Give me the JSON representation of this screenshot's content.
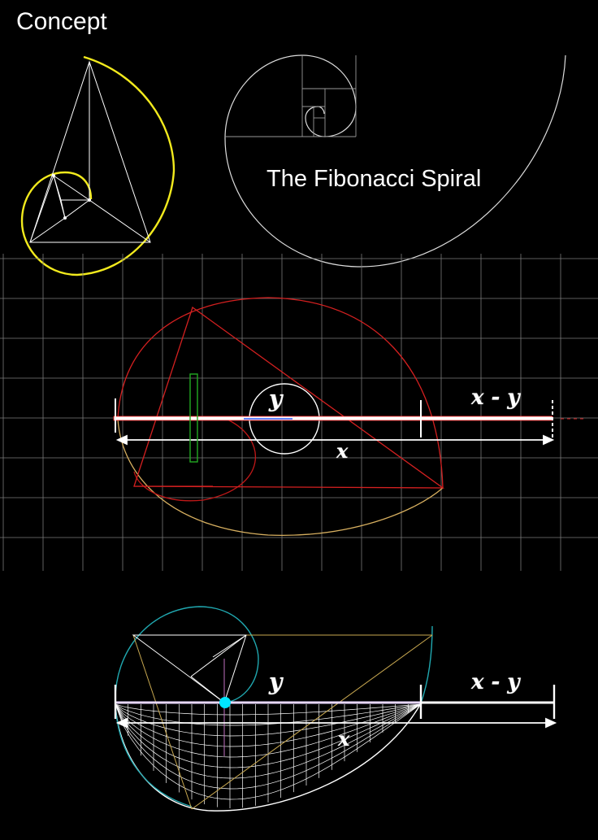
{
  "header": {
    "title": "Concept"
  },
  "spiral_panel": {
    "title": "The Fibonacci Spiral"
  },
  "grid_diagram": {
    "label_y": "y",
    "label_x_minus_y": "x - y",
    "label_x": "x"
  },
  "bowl_diagram": {
    "label_y": "y",
    "label_x_minus_y": "x - y",
    "label_x": "x"
  },
  "colors": {
    "background": "#000000",
    "yellow_spiral": "#f2ea1d",
    "white_lines": "#ffffff",
    "grid": "#8a8a8a",
    "red_lines": "#d42020",
    "orange_curve": "#d8b060",
    "green_rect": "#22aa22",
    "cyan_curve": "#20a8b0",
    "cyan_dot": "#00e5ff"
  }
}
